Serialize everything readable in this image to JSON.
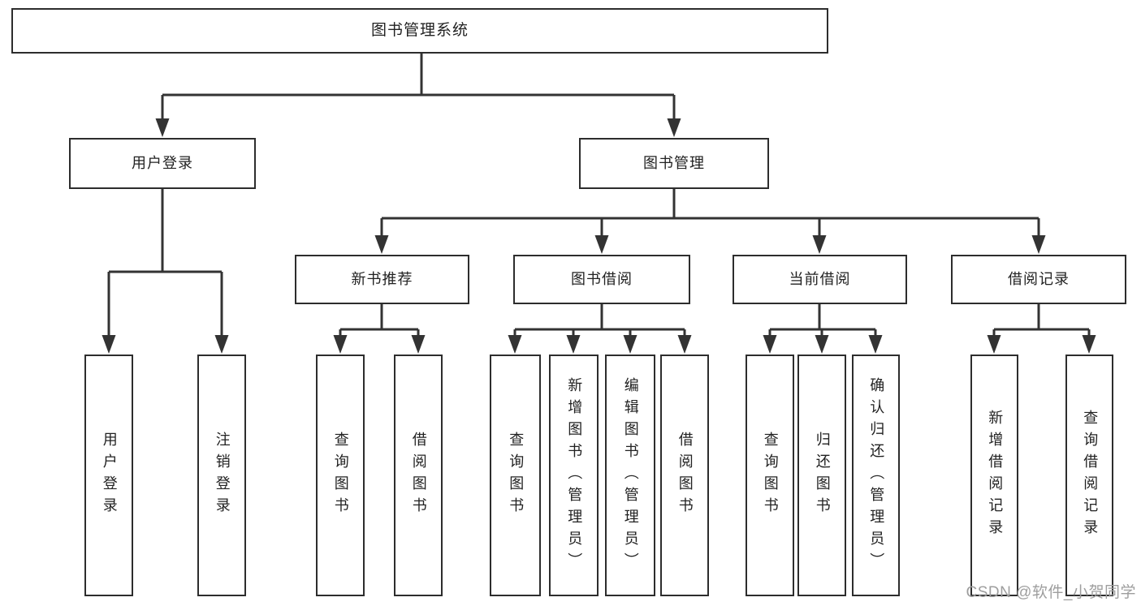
{
  "diagram": {
    "type": "tree",
    "nodes": {
      "root": {
        "label": "图书管理系统"
      },
      "user_login": {
        "label": "用户登录"
      },
      "book_mgmt": {
        "label": "图书管理"
      },
      "new_book_rec": {
        "label": "新书推荐"
      },
      "book_borrow": {
        "label": "图书借阅"
      },
      "current_borrow": {
        "label": "当前借阅"
      },
      "borrow_record": {
        "label": "借阅记录"
      },
      "leaf_user_login": {
        "label": "用户登录"
      },
      "leaf_logout": {
        "label": "注销登录"
      },
      "leaf_query_book_rec": {
        "label": "查询图书"
      },
      "leaf_borrow_book_rec": {
        "label": "借阅图书"
      },
      "leaf_query_book_borrow": {
        "label": "查询图书"
      },
      "leaf_add_book": {
        "label": "新增图书（管理员）"
      },
      "leaf_edit_book": {
        "label": "编辑图书（管理员）"
      },
      "leaf_borrow_book_borrow": {
        "label": "借阅图书"
      },
      "leaf_query_book_current": {
        "label": "查询图书"
      },
      "leaf_return_book": {
        "label": "归还图书"
      },
      "leaf_confirm_return": {
        "label": "确认归还（管理员）"
      },
      "leaf_add_borrow_record": {
        "label": "新增借阅记录"
      },
      "leaf_query_borrow_record": {
        "label": "查询借阅记录"
      }
    },
    "hierarchy": [
      {
        "parent": "图书管理系统",
        "children": [
          "用户登录",
          "图书管理"
        ]
      },
      {
        "parent": "用户登录",
        "children": [
          "用户登录",
          "注销登录"
        ]
      },
      {
        "parent": "图书管理",
        "children": [
          "新书推荐",
          "图书借阅",
          "当前借阅",
          "借阅记录"
        ]
      },
      {
        "parent": "新书推荐",
        "children": [
          "查询图书",
          "借阅图书"
        ]
      },
      {
        "parent": "图书借阅",
        "children": [
          "查询图书",
          "新增图书（管理员）",
          "编辑图书（管理员）",
          "借阅图书"
        ]
      },
      {
        "parent": "当前借阅",
        "children": [
          "查询图书",
          "归还图书",
          "确认归还（管理员）"
        ]
      },
      {
        "parent": "借阅记录",
        "children": [
          "新增借阅记录",
          "查询借阅记录"
        ]
      }
    ]
  },
  "watermark": {
    "text": "CSDN @软件_小贺同学"
  },
  "colors": {
    "line": "#333333",
    "box_border": "#2d2d2d",
    "box_fill": "#ffffff",
    "text": "#222222",
    "watermark": "#9e9e9e"
  }
}
